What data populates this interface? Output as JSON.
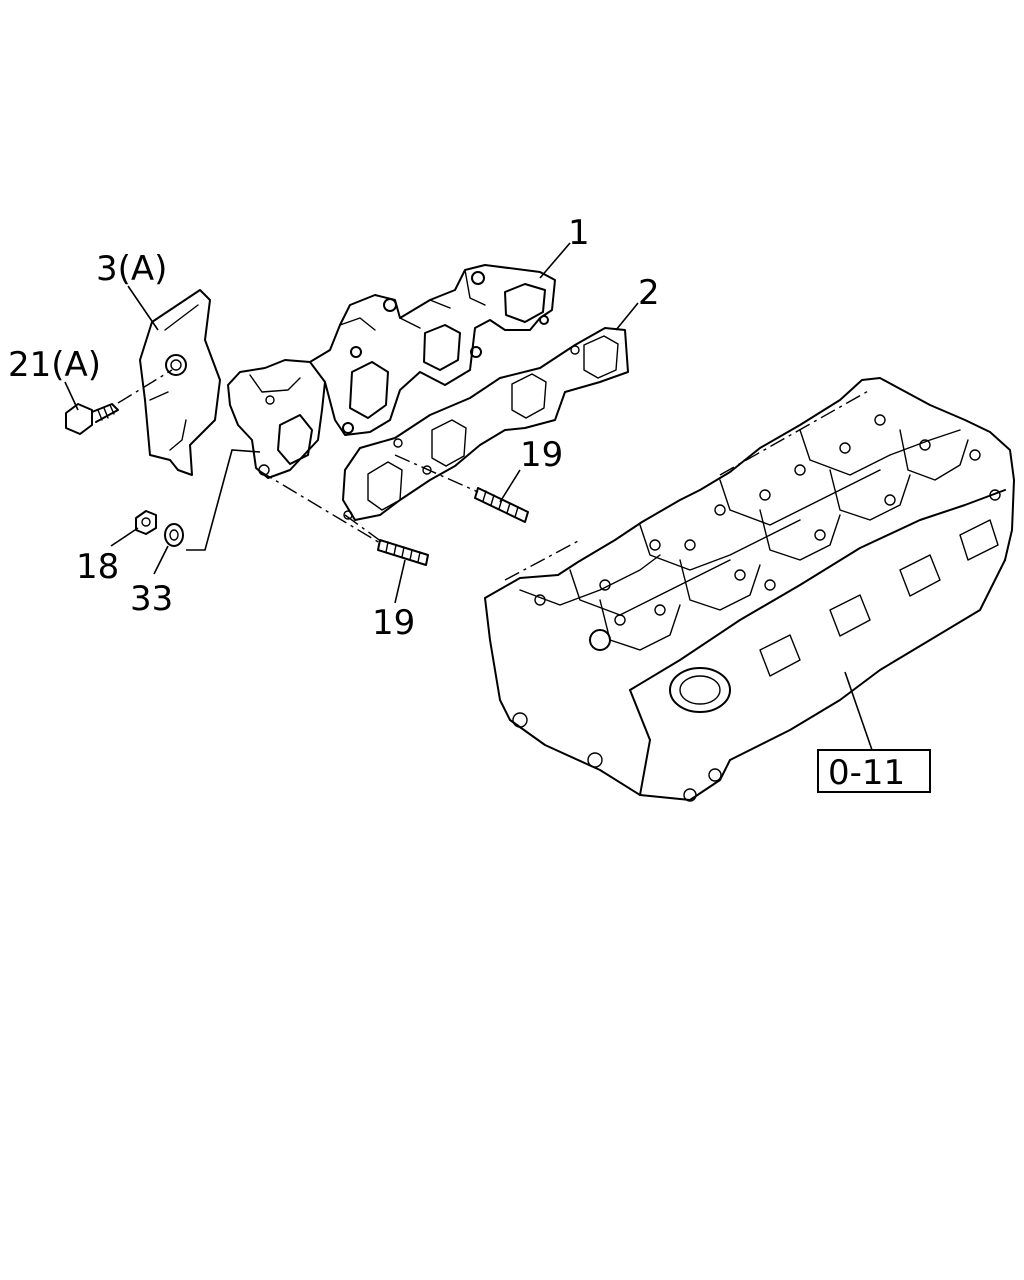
{
  "callouts": {
    "c1": "1",
    "c2": "2",
    "c3": "3(A)",
    "c21": "21(A)",
    "c18": "18",
    "c33": "33",
    "c19a": "19",
    "c19b": "19"
  },
  "reference": {
    "label": "0-11"
  },
  "parts": {
    "exhaust_manifold": "exhaust-manifold",
    "gasket": "manifold-gasket",
    "heat_shield": "heat-shield",
    "bolt": "bolt",
    "nut": "nut",
    "washer": "washer",
    "stud": "stud",
    "cylinder_head": "cylinder-head"
  }
}
